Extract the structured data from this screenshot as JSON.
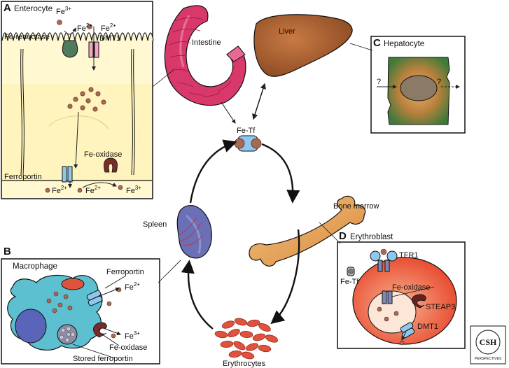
{
  "colors": {
    "cytoplasm": "#fff7c8",
    "bone": "#e6a25a",
    "liver": "#a0582e",
    "intestine": "#d8386a",
    "spleen": "#6b6fb5",
    "macrophage": "#5cc0d0",
    "erythroblast": "#e84a2e",
    "erythrocyte": "#e0523e",
    "iron_particle": "#a86a52",
    "transporter": "#8fc8ec"
  },
  "panels": {
    "A": {
      "letter": "A",
      "title": "Enterocyte"
    },
    "B": {
      "letter": "B",
      "title": "Macrophage"
    },
    "C": {
      "letter": "C",
      "title": "Hepatocyte"
    },
    "D": {
      "letter": "D",
      "title": "Erythroblast"
    }
  },
  "enterocyte": {
    "fe3_top": {
      "base": "Fe",
      "charge": "3+"
    },
    "fe2_top_left": {
      "base": "Fe",
      "charge": "2+"
    },
    "fe2_top_right": {
      "base": "Fe",
      "charge": "2+"
    },
    "fe_reductase": "Fe-reductase",
    "dmt1": "DMT1",
    "fe_oxidase": "Fe-oxidase",
    "ferroportin": "Ferroportin",
    "fe2_bottom_left": {
      "base": "Fe",
      "charge": "2+"
    },
    "fe2_bottom_mid": {
      "base": "Fe",
      "charge": "2+"
    },
    "fe3_bottom_right": {
      "base": "Fe",
      "charge": "3+"
    }
  },
  "hepatocyte": {
    "question_left": "?",
    "question_right": "?"
  },
  "organs": {
    "intestine": "Intestine",
    "liver": "Liver",
    "fe_tf": "Fe-Tf",
    "bone_marrow": "Bone marrow",
    "spleen": "Spleen",
    "erythrocytes": "Erythrocytes"
  },
  "macrophage": {
    "ferroportin": "Ferroportin",
    "fe2": {
      "base": "Fe",
      "charge": "2+"
    },
    "fe3": {
      "base": "Fe",
      "charge": "3+"
    },
    "fe_oxidase": "Fe-oxidase",
    "stored_ferroportin": "Stored ferroportin"
  },
  "erythroblast": {
    "tfr1": "TFR1",
    "fe_tf": "Fe-Tf",
    "fe_oxidase": "Fe-oxidase",
    "steap3": "STEAP3",
    "dmt1": "DMT1"
  },
  "logo": {
    "text": "CSH",
    "subtext": "PERSPECTIVES"
  }
}
